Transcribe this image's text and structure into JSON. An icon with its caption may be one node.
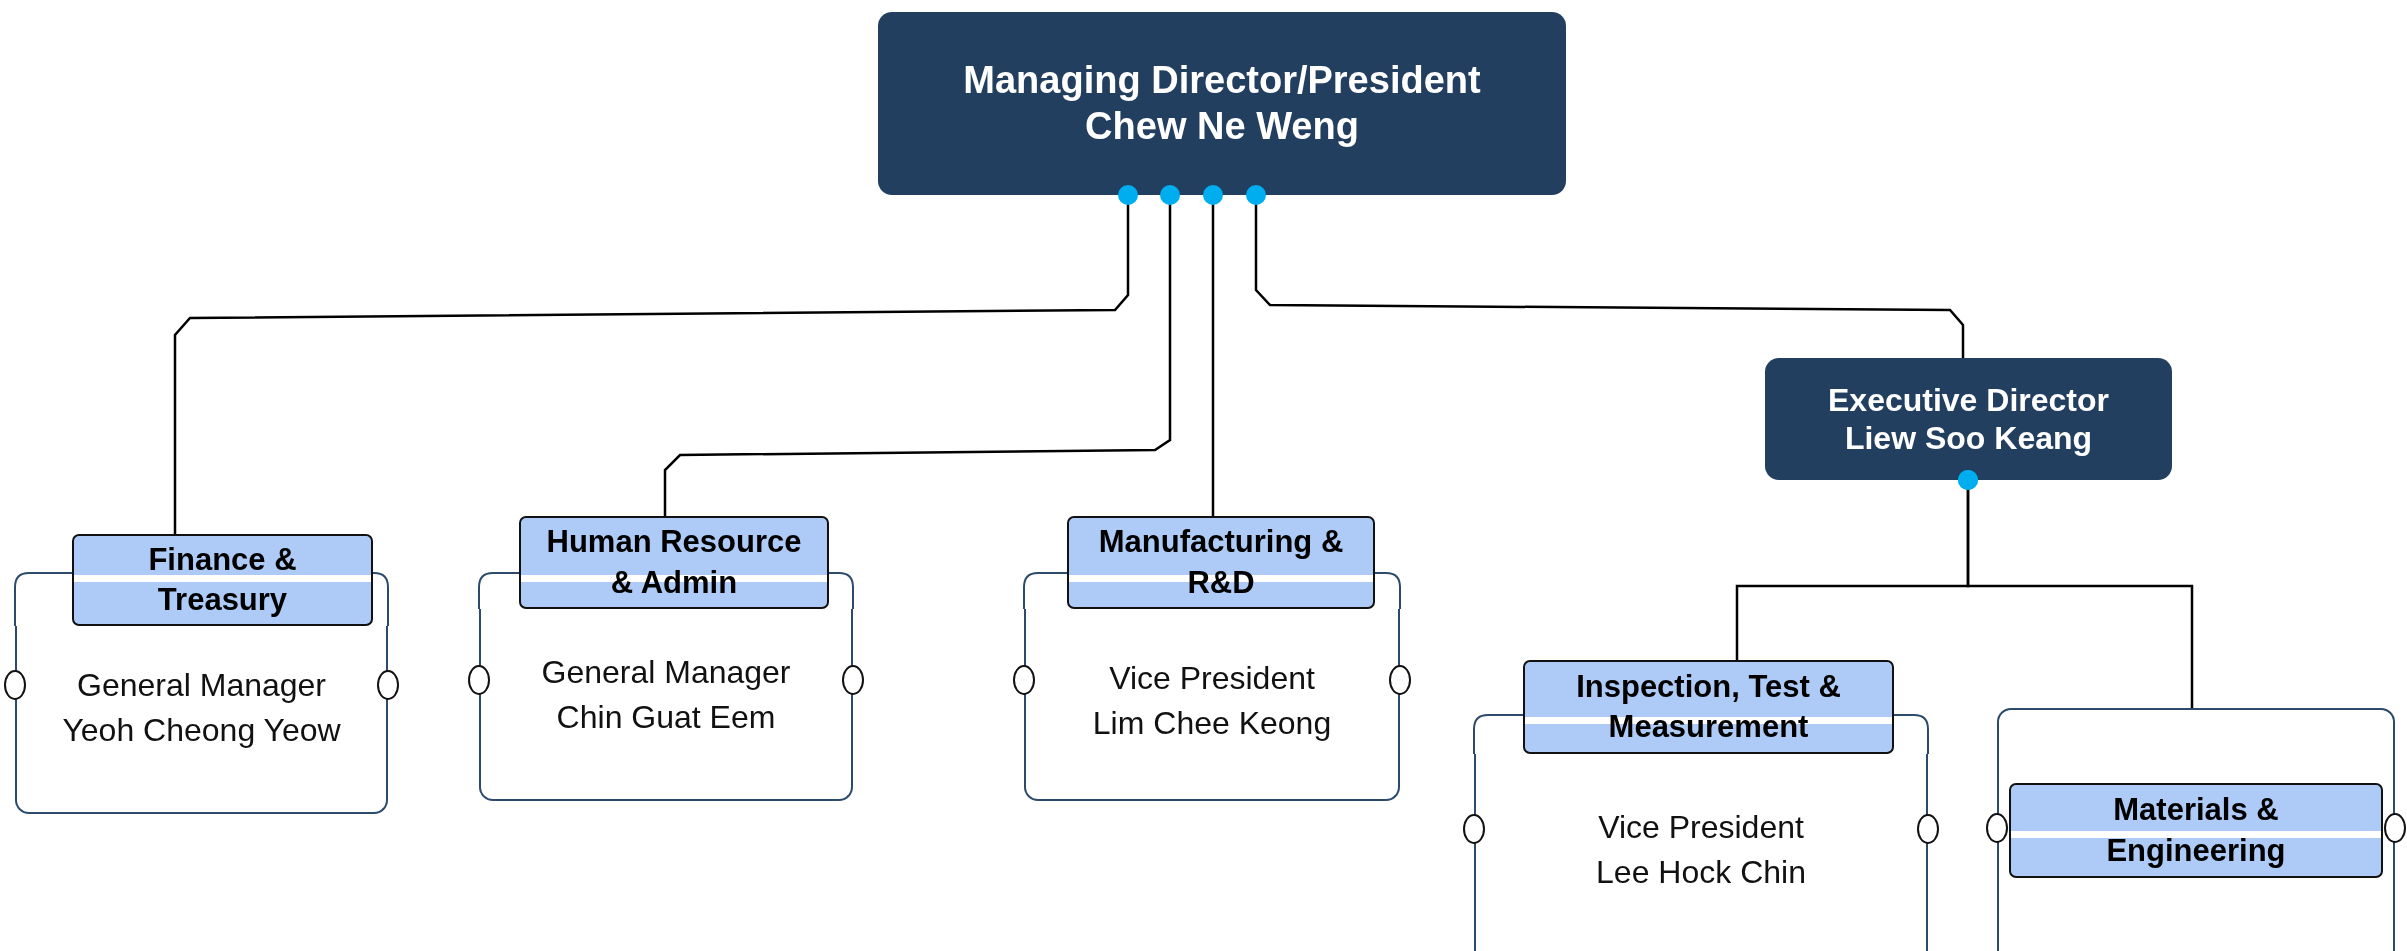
{
  "diagram": {
    "nodes": [
      {
        "text": [
          "Managing Director/President",
          "Chew Ne Weng"
        ]
      },
      {
        "text": [
          "Executive Director",
          "Liew Soo Keang"
        ]
      },
      {
        "text": [
          "Finance & Treasury"
        ]
      },
      {
        "text": [
          "General Manager Yeoh Cheong Yeow"
        ]
      },
      {
        "text": [
          "Human Resource & Admin"
        ]
      },
      {
        "text": [
          "General Manager Chin Guat Eem"
        ]
      },
      {
        "text": [
          "Manufacturing & R&D"
        ]
      },
      {
        "text": [
          "Vice President Lim Chee Keong"
        ]
      },
      {
        "text": [
          "Inspection, Test & Measurement"
        ]
      },
      {
        "text": [
          "Vice President Lee Hock Chin"
        ]
      },
      {
        "text": [],
        "shape": "box"
      },
      {
        "text": [
          "Materials & Engineering"
        ],
        "in": 10
      }
    ],
    "edges": [
      {
        "from": 0,
        "to": 2,
        "arrow": "other"
      },
      {
        "from": 0,
        "to": 4,
        "arrow": "other"
      },
      {
        "from": 0,
        "to": 6,
        "arrow": "other"
      },
      {
        "from": 0,
        "to": 1,
        "arrow": "other"
      },
      {
        "from": 1,
        "to": 8,
        "arrow": "other"
      },
      {
        "from": 1,
        "to": 10,
        "arrow": "other"
      }
    ]
  }
}
